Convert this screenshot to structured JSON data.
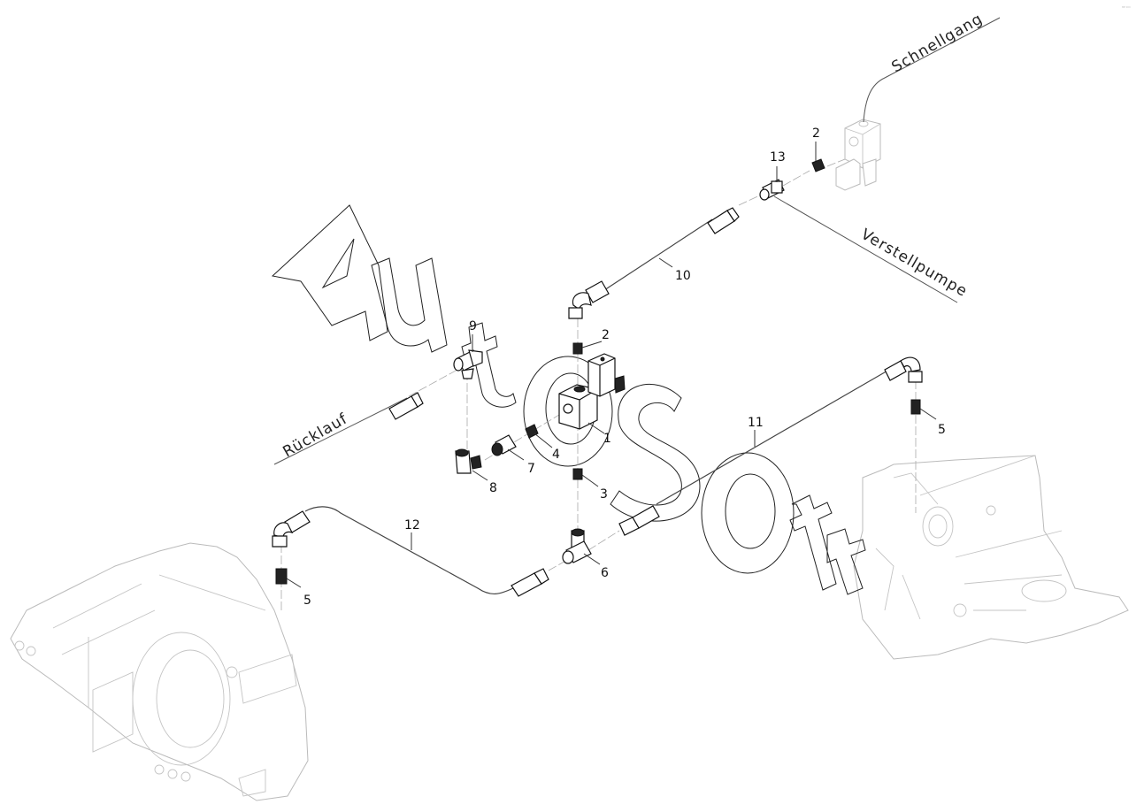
{
  "diagram": {
    "title": "Hydraulic lines exploded view",
    "watermark": "AutoSoft",
    "corner_mark": "ᵃᴰ ᵒᵒᵒ",
    "route_labels": {
      "schnellgang": "Schnellgang",
      "verstellpumpe": "Verstellpumpe",
      "ruecklauf": "Rücklauf"
    },
    "callouts": [
      {
        "id": "c1",
        "label": "1",
        "part": "valve-block"
      },
      {
        "id": "c2a",
        "label": "2",
        "part": "fitting-top-right"
      },
      {
        "id": "c2b",
        "label": "2",
        "part": "fitting-above-valve"
      },
      {
        "id": "c3",
        "label": "3",
        "part": "fitting-below-valve"
      },
      {
        "id": "c4",
        "label": "4",
        "part": "fitting-side-valve"
      },
      {
        "id": "c5a",
        "label": "5",
        "part": "fitting-right-housing"
      },
      {
        "id": "c5b",
        "label": "5",
        "part": "fitting-left-housing"
      },
      {
        "id": "c6",
        "label": "6",
        "part": "tee-fitting-lower"
      },
      {
        "id": "c7",
        "label": "7",
        "part": "adapter-nut"
      },
      {
        "id": "c8",
        "label": "8",
        "part": "elbow-fitting"
      },
      {
        "id": "c9",
        "label": "9",
        "part": "tee-fitting-upper"
      },
      {
        "id": "c10",
        "label": "10",
        "part": "hose-10"
      },
      {
        "id": "c11",
        "label": "11",
        "part": "hose-11"
      },
      {
        "id": "c12",
        "label": "12",
        "part": "hose-12"
      },
      {
        "id": "c13",
        "label": "13",
        "part": "tee-fitting-top"
      }
    ]
  }
}
